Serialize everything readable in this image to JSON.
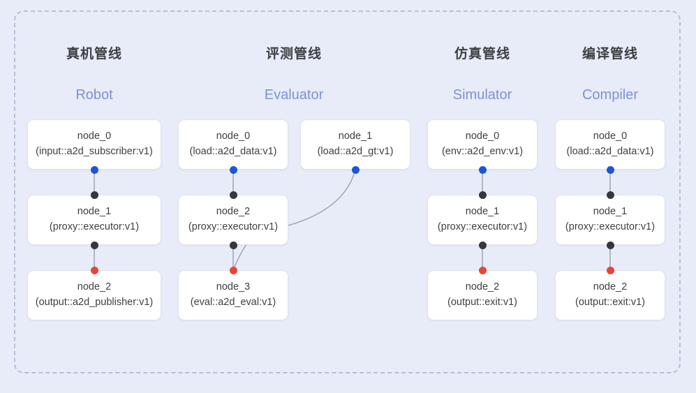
{
  "diagram": {
    "background_color": "#e8ecf9",
    "frame_border_color": "#b6bfd4",
    "accent_color": "#7b92d4",
    "port_colors": {
      "input": "#1a56d6",
      "middle": "#35373b",
      "output": "#eb4335"
    },
    "columns": [
      {
        "id": "robot",
        "title_cn": "真机管线",
        "title_en": "Robot",
        "nodes": [
          {
            "name": "node_0",
            "type": "(input::a2d_subscriber:v1)"
          },
          {
            "name": "node_1",
            "type": "(proxy::executor:v1)"
          },
          {
            "name": "node_2",
            "type": "(output::a2d_publisher:v1)"
          }
        ]
      },
      {
        "id": "evaluator",
        "title_cn": "评测管线",
        "title_en": "Evaluator",
        "nodes": [
          {
            "name": "node_0",
            "type": "(load::a2d_data:v1)"
          },
          {
            "name": "node_1",
            "type": "(load::a2d_gt:v1)"
          },
          {
            "name": "node_2",
            "type": "(proxy::executor:v1)"
          },
          {
            "name": "node_3",
            "type": "(eval::a2d_eval:v1)"
          }
        ]
      },
      {
        "id": "simulator",
        "title_cn": "仿真管线",
        "title_en": "Simulator",
        "nodes": [
          {
            "name": "node_0",
            "type": "(env::a2d_env:v1)"
          },
          {
            "name": "node_1",
            "type": "(proxy::executor:v1)"
          },
          {
            "name": "node_2",
            "type": "(output::exit:v1)"
          }
        ]
      },
      {
        "id": "compiler",
        "title_cn": "编译管线",
        "title_en": "Compiler",
        "nodes": [
          {
            "name": "node_0",
            "type": "(load::a2d_data:v1)"
          },
          {
            "name": "node_1",
            "type": "(proxy::executor:v1)"
          },
          {
            "name": "node_2",
            "type": "(output::exit:v1)"
          }
        ]
      }
    ]
  }
}
